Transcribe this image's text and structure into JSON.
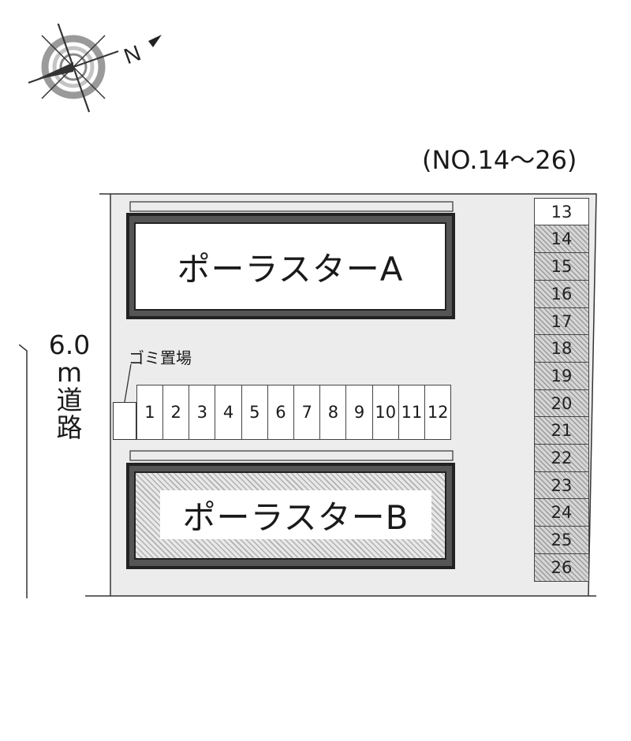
{
  "compass": {
    "north_label": "N",
    "icon": "north-arrow-compass"
  },
  "range_label": "(NO.14～26)",
  "road": {
    "width": "6.0",
    "unit": "m",
    "label_chars": [
      "道",
      "路"
    ]
  },
  "buildings": [
    {
      "id": "A",
      "name": "ポーラスターA",
      "hatched": false
    },
    {
      "id": "B",
      "name": "ポーラスターB",
      "hatched": true
    }
  ],
  "trash_area": {
    "label": "ゴミ置場"
  },
  "front_parking": [
    "1",
    "2",
    "3",
    "4",
    "5",
    "6",
    "7",
    "8",
    "9",
    "10",
    "11",
    "12"
  ],
  "side_parking": [
    {
      "number": "13",
      "highlighted": false
    },
    {
      "number": "14",
      "highlighted": true
    },
    {
      "number": "15",
      "highlighted": true
    },
    {
      "number": "16",
      "highlighted": true
    },
    {
      "number": "17",
      "highlighted": true
    },
    {
      "number": "18",
      "highlighted": true
    },
    {
      "number": "19",
      "highlighted": true
    },
    {
      "number": "20",
      "highlighted": true
    },
    {
      "number": "21",
      "highlighted": true
    },
    {
      "number": "22",
      "highlighted": true
    },
    {
      "number": "23",
      "highlighted": true
    },
    {
      "number": "24",
      "highlighted": true
    },
    {
      "number": "25",
      "highlighted": true
    },
    {
      "number": "26",
      "highlighted": true
    }
  ],
  "colors": {
    "lot_fill": "#ececec",
    "building_border": "#222222",
    "hatch_dark": "#9a9a9a",
    "hatch_light": "#d6d6d6"
  }
}
